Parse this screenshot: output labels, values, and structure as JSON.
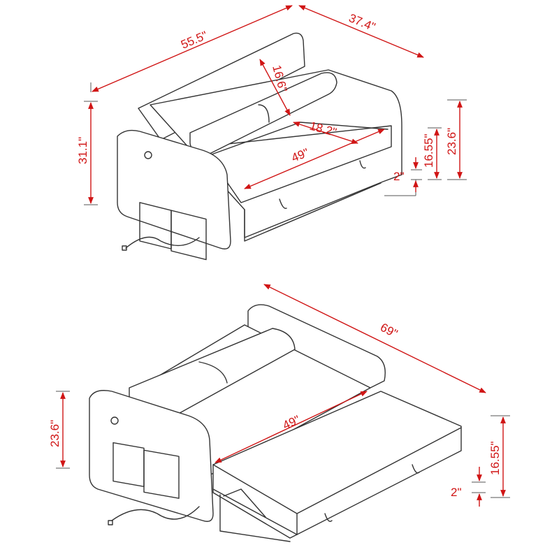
{
  "accent_color": "#d01515",
  "top_view": {
    "width": "55.5\"",
    "depth": "37.4\"",
    "back_height": "16.6\"",
    "seat_depth": "18.2\"",
    "seat_width": "49\"",
    "total_height": "31.1\"",
    "seat_height": "16.55\"",
    "arm_height": "23.6\"",
    "leg_height": "2\""
  },
  "bottom_view": {
    "bed_length": "69\"",
    "bed_width": "49\"",
    "arm_height": "23.6\"",
    "bed_height": "16.55\"",
    "leg_height": "2\""
  }
}
